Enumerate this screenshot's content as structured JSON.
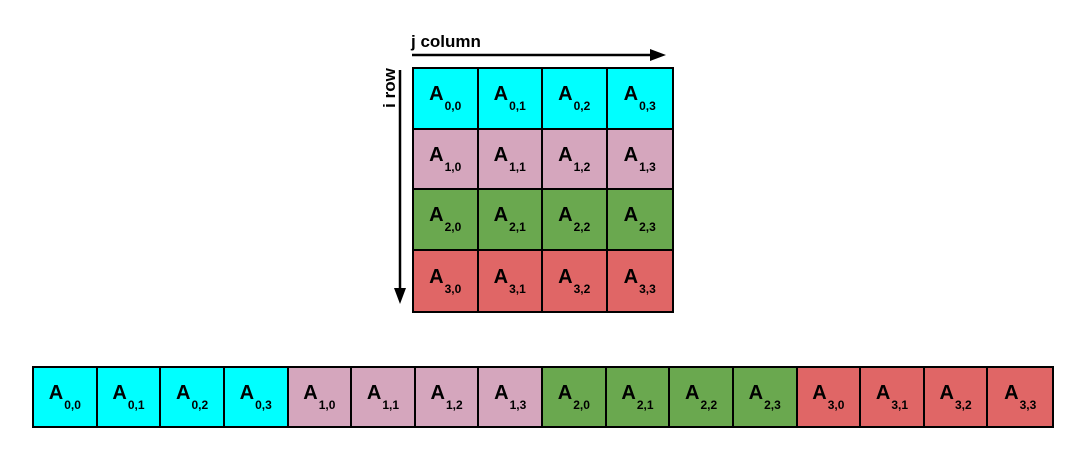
{
  "axes": {
    "column_label": "j column",
    "row_label": "i row"
  },
  "colors": {
    "row0": "#00ffff",
    "row1": "#d5a6bd",
    "row2": "#6aa84f",
    "row3": "#e06666",
    "border": "#000000"
  },
  "symbol": "A",
  "matrix": {
    "rows": [
      [
        "0,0",
        "0,1",
        "0,2",
        "0,3"
      ],
      [
        "1,0",
        "1,1",
        "1,2",
        "1,3"
      ],
      [
        "2,0",
        "2,1",
        "2,2",
        "2,3"
      ],
      [
        "3,0",
        "3,1",
        "3,2",
        "3,3"
      ]
    ]
  },
  "linear": {
    "cells": [
      {
        "sub": "0,0",
        "row": 0
      },
      {
        "sub": "0,1",
        "row": 0
      },
      {
        "sub": "0,2",
        "row": 0
      },
      {
        "sub": "0,3",
        "row": 0
      },
      {
        "sub": "1,0",
        "row": 1
      },
      {
        "sub": "1,1",
        "row": 1
      },
      {
        "sub": "1,2",
        "row": 1
      },
      {
        "sub": "1,3",
        "row": 1
      },
      {
        "sub": "2,0",
        "row": 2
      },
      {
        "sub": "2,1",
        "row": 2
      },
      {
        "sub": "2,2",
        "row": 2
      },
      {
        "sub": "2,3",
        "row": 2
      },
      {
        "sub": "3,0",
        "row": 3
      },
      {
        "sub": "3,1",
        "row": 3
      },
      {
        "sub": "3,2",
        "row": 3
      },
      {
        "sub": "3,3",
        "row": 3
      }
    ]
  }
}
